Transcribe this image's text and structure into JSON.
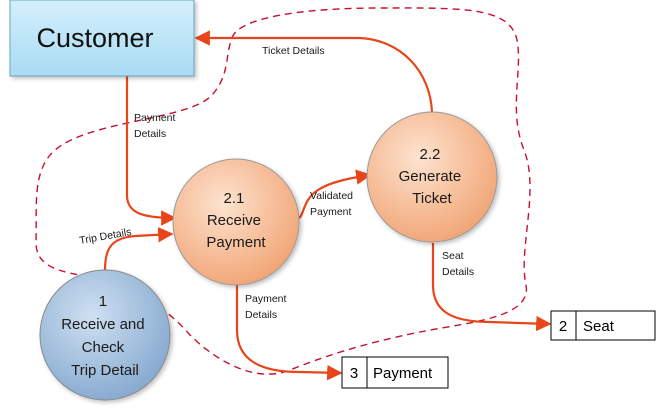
{
  "entity": {
    "label": "Customer"
  },
  "processes": {
    "p1": {
      "lines": [
        "1",
        "Receive and",
        "Check",
        "Trip Detail"
      ]
    },
    "p21": {
      "lines": [
        "2.1",
        "Receive",
        "Payment"
      ]
    },
    "p22": {
      "lines": [
        "2.2",
        "Generate",
        "Ticket"
      ]
    }
  },
  "stores": {
    "seat": {
      "id": "2",
      "label": "Seat"
    },
    "payment": {
      "id": "3",
      "label": "Payment"
    }
  },
  "flows": {
    "ticket_details": {
      "lines": [
        "Ticket Details"
      ]
    },
    "payment_details_1": {
      "lines": [
        "Payment",
        "Details"
      ]
    },
    "trip_details": {
      "lines": [
        "Trip Details"
      ]
    },
    "validated_payment": {
      "lines": [
        "Validated",
        "Payment"
      ]
    },
    "seat_details": {
      "lines": [
        "Seat",
        "Details"
      ]
    },
    "payment_details_2": {
      "lines": [
        "Payment",
        "Details"
      ]
    }
  },
  "colors": {
    "entity_fill": "#b9e3f7",
    "entity_stroke": "#6aa6c4",
    "process_orange": "#f5b48c",
    "process_blue": "#8fb0d3",
    "flow_arrow": "#e8461a",
    "boundary": "#c8102e"
  }
}
